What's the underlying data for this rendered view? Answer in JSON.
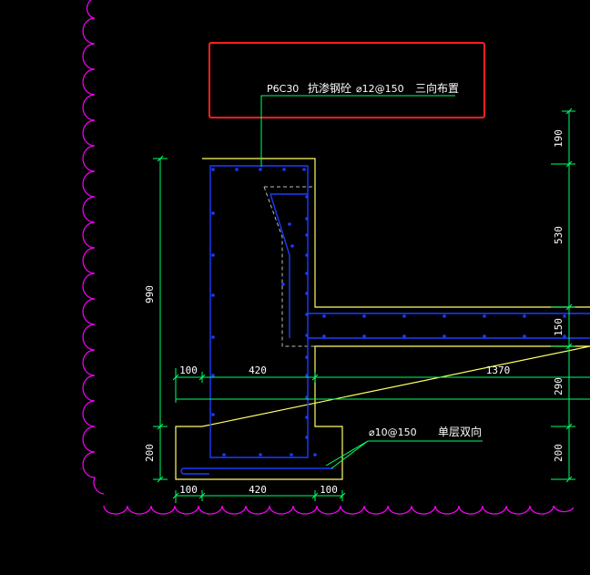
{
  "note_top": {
    "grade": "P6C30",
    "text": "抗渗钢砼",
    "rebar": "⌀12@150",
    "suffix": "三向布置"
  },
  "note_bottom": {
    "rebar": "⌀10@150",
    "suffix": "单层双向"
  },
  "dims": {
    "left_height": "990",
    "left_bottom": "200",
    "mid_100": "100",
    "mid_420": "420",
    "mid_1370": "1370",
    "bot_100a": "100",
    "bot_420": "420",
    "bot_100b": "100",
    "right_190": "190",
    "right_530": "530",
    "right_150": "150",
    "right_290": "290",
    "right_200": "200"
  },
  "colors": {
    "background": "#000000",
    "outline": "#ffff66",
    "rebar": "#1a3cff",
    "dimension": "#00ff00",
    "cloud": "#ff00ff",
    "highlight": "#ff2020",
    "leader": "#00ff66"
  }
}
